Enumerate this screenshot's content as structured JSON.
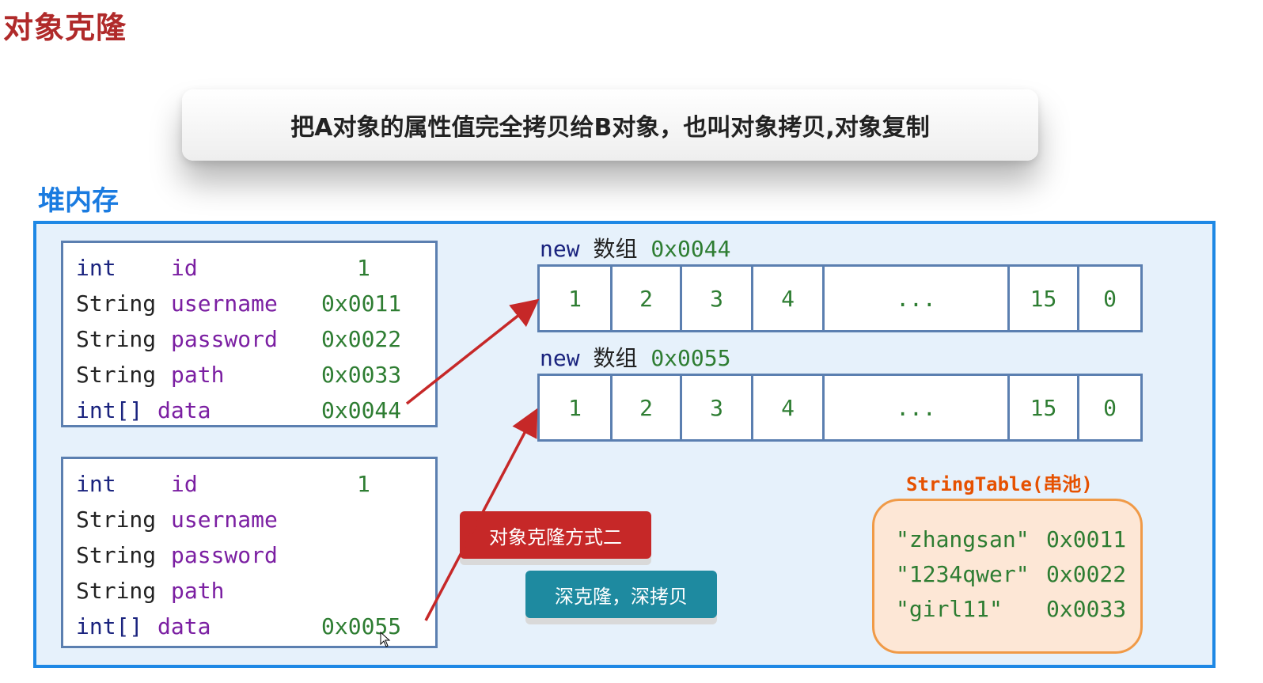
{
  "title": "对象克隆",
  "banner": "把A对象的属性值完全拷贝给B对象，也叫对象拷贝,对象复制",
  "heap_label": "堆内存",
  "object_a": {
    "rows": [
      {
        "type": "int",
        "name": "id",
        "value": "1"
      },
      {
        "type": "String",
        "name": "username",
        "value": "0x0011"
      },
      {
        "type": "String",
        "name": "password",
        "value": "0x0022"
      },
      {
        "type": "String",
        "name": "path",
        "value": "0x0033"
      },
      {
        "type": "int[]",
        "name": "data",
        "value": "0x0044"
      }
    ]
  },
  "object_b": {
    "rows": [
      {
        "type": "int",
        "name": "id",
        "value": "1"
      },
      {
        "type": "String",
        "name": "username",
        "value": ""
      },
      {
        "type": "String",
        "name": "password",
        "value": ""
      },
      {
        "type": "String",
        "name": "path",
        "value": ""
      },
      {
        "type": "int[]",
        "name": "data",
        "value": "0x0055"
      }
    ]
  },
  "array1": {
    "keyword": "new",
    "label": "数组",
    "address": "0x0044",
    "cells": [
      "1",
      "2",
      "3",
      "4",
      "...",
      "15",
      "0"
    ]
  },
  "array2": {
    "keyword": "new",
    "label": "数组",
    "address": "0x0055",
    "cells": [
      "1",
      "2",
      "3",
      "4",
      "...",
      "15",
      "0"
    ]
  },
  "buttons": {
    "method_two": "对象克隆方式二",
    "deep_clone": "深克隆，深拷贝"
  },
  "string_table": {
    "title": "StringTable(串池)",
    "entries": [
      {
        "literal": "\"zhangsan\"",
        "address": "0x0011"
      },
      {
        "literal": "\"1234qwer\"",
        "address": "0x0022"
      },
      {
        "literal": "\"girl11\"",
        "address": "0x0033"
      }
    ]
  },
  "colors": {
    "arrow": "#c62828",
    "heap_border": "#1e88e5",
    "title": "#b02a2a"
  }
}
